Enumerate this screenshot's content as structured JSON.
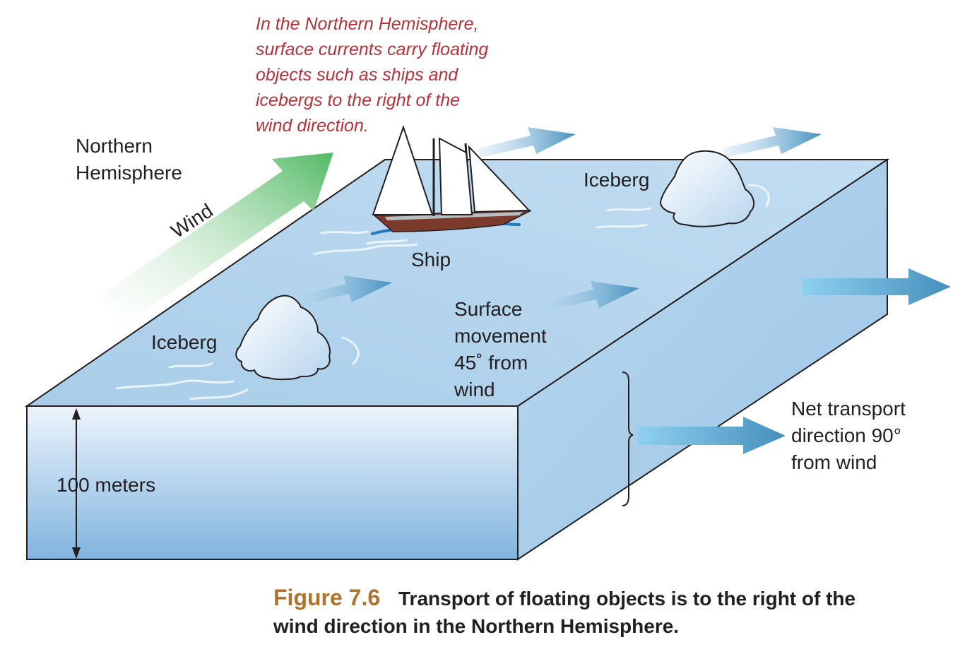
{
  "annotation": {
    "lines": [
      "In the Northern Hemisphere,",
      "surface currents carry floating",
      "objects such as ships and",
      "icebergs to the right of the",
      "wind direction."
    ]
  },
  "hemisphere_label": {
    "lines": [
      "Northern",
      "Hemisphere"
    ]
  },
  "wind_label": "Wind",
  "ship_label": "Ship",
  "iceberg_left_label": "Iceberg",
  "iceberg_right_label": "Iceberg",
  "surface_movement": {
    "lines": [
      "Surface",
      "movement",
      "45˚ from",
      "wind"
    ]
  },
  "net_transport": {
    "lines": [
      "Net transport",
      "direction 90°",
      "from wind"
    ]
  },
  "depth_label": "100 meters",
  "figure": {
    "number": "Figure 7.6",
    "caption_lines": [
      "Transport of floating objects is to the right of the",
      "wind direction in the Northern Hemisphere."
    ]
  },
  "colors": {
    "annotation": "#b5323a",
    "figure_number": "#b0732e",
    "water_top": "#b7d6ee",
    "water_front_top": "#e9f2fb",
    "water_front_bottom": "#7fb3df",
    "water_side": "#a9cdea",
    "wind_arrow": "#5dbd6e",
    "current_arrow": "#4d97c2",
    "ship_hull": "#7b3a2c"
  },
  "icons": [
    "wind-arrow",
    "ship",
    "iceberg",
    "current-arrow",
    "bracket",
    "depth-arrow"
  ]
}
